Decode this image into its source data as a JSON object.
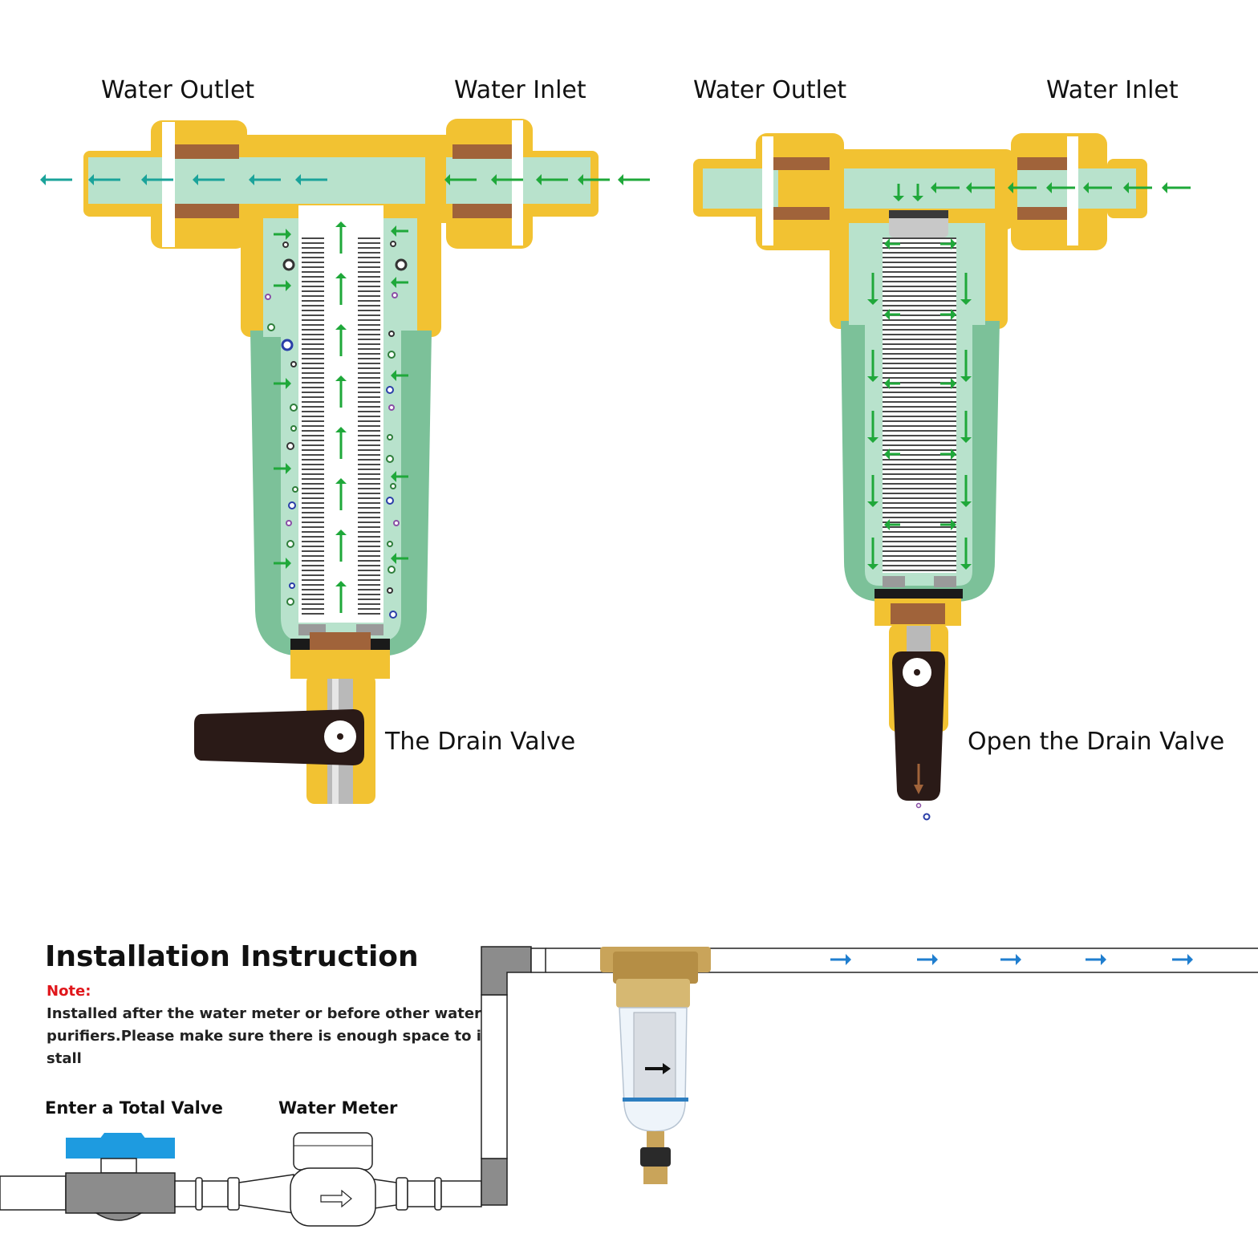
{
  "labels": {
    "left_outlet": "Water Outlet",
    "left_inlet": "Water Inlet",
    "right_outlet": "Water Outlet",
    "right_inlet": "Water Inlet",
    "left_valve": "The Drain Valve",
    "right_valve": "Open the Drain Valve"
  },
  "installation": {
    "title": "Installation Instruction",
    "note_label": "Note:",
    "note_lines": [
      "Installed after the water meter or before other water",
      "purifiers.Please make sure there is enough space to in-",
      "stall"
    ],
    "total_valve_label": "Enter a Total Valve",
    "water_meter_label": "Water Meter"
  },
  "colors": {
    "brass": "#f2c232",
    "copper": "#a0633a",
    "water": "#b8e2cc",
    "bowl": "#7cc199",
    "flow_arrow": "#1fa83a",
    "outlet_arrow": "#1aa39a",
    "pipe_arrow": "#1f7ecf",
    "handle": "#2a1a17",
    "valve_blue": "#1e9be0",
    "pipe_gray": "#8c8c8c",
    "note_red": "#e0161b"
  }
}
